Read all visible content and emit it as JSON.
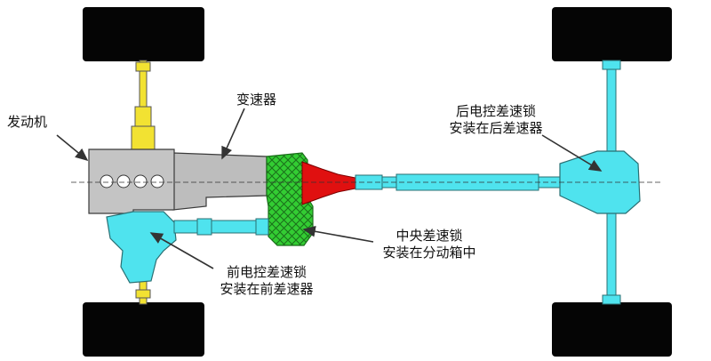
{
  "labels": {
    "engine": "发动机",
    "transmission": "变速器",
    "rear_lock": [
      "后电控差速锁",
      "安装在后差速器"
    ],
    "center_lock": [
      "中央差速锁",
      "安装在分动箱中"
    ],
    "front_lock": [
      "前电控差速锁",
      "安装在前差速器"
    ]
  },
  "colors": {
    "tire": "#050505",
    "axle_cyan": "#4fe3ee",
    "engine_gray": "#bdbdbd",
    "transfer_green": "#33cc33",
    "coupling_red": "#e01010",
    "steering_yellow": "#f2e232",
    "outline": "#3a3a3a"
  }
}
